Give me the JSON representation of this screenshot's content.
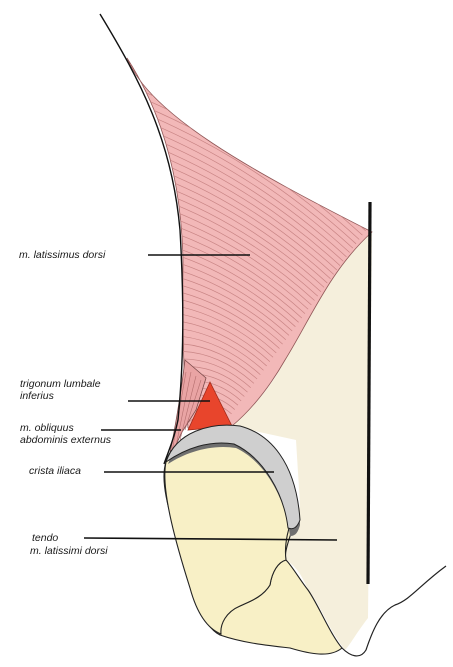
{
  "labels": {
    "latissimus": "m. latissimus dorsi",
    "trigonum_1": "trigonum lumbale",
    "trigonum_2": "inferius",
    "obliquus_1": "m. obliquus",
    "obliquus_2": "abdominis externus",
    "crista": "crista iliaca",
    "tendo_1": "tendo",
    "tendo_2": "m. latissimi dorsi"
  },
  "colors": {
    "muscle_fill": "#f2b8b8",
    "muscle_fiber": "#c98585",
    "trigonum": "#e8452c",
    "fascia": "#f5efdc",
    "bone": "#f8f0c6",
    "crest": "#cfcfcf",
    "crest_shadow": "#6f6f6f",
    "ink": "#111111"
  }
}
